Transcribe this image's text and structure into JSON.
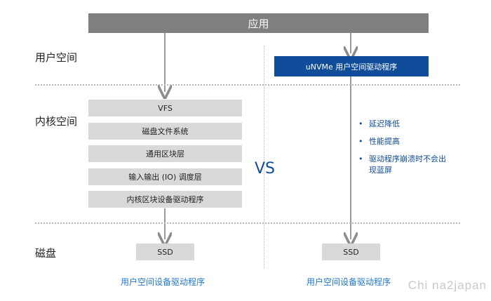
{
  "top_bar": {
    "label": "应用"
  },
  "zones": {
    "user_space": "用户空间",
    "kernel_space": "内核空间",
    "disk": "磁盘"
  },
  "kernel_stack": [
    "VFS",
    "磁盘文件系统",
    "通用区块层",
    "输入输出 (IO) 调度层",
    "内核区块设备驱动程序"
  ],
  "unvme_box": "uNVMe 用户空间驱动程序",
  "vs_label": "VS",
  "benefits": [
    "延迟降低",
    "性能提高",
    "驱动程序崩溃时不会出现蓝屏"
  ],
  "ssd_left": "SSD",
  "ssd_right": "SSD",
  "captions": {
    "left": "用户空间设备驱动程序",
    "right": "用户空间设备驱动程序"
  },
  "watermark": "Chi na2japan",
  "colors": {
    "top_bar": "#7f7f7f",
    "kernel_box": "#d9d9d9",
    "accent_blue": "#0f4c99",
    "caption_blue": "#1f78c8",
    "separator": "#b8b8b8"
  }
}
